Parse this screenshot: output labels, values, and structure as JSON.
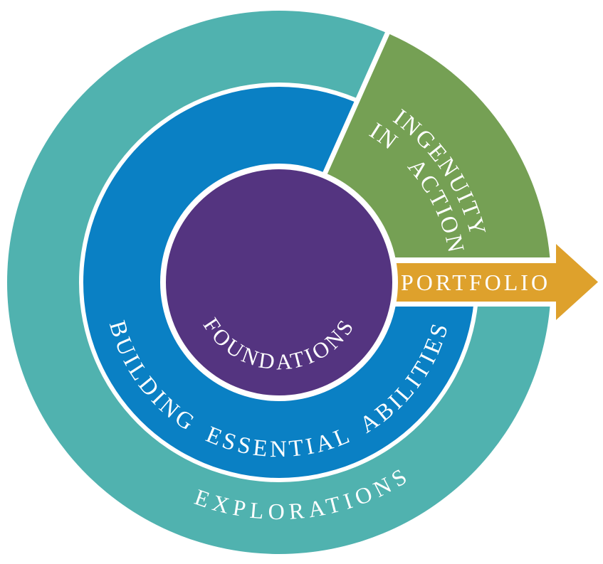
{
  "diagram": {
    "description": "Circular program model diagram",
    "colors": {
      "outer_ring": "#50B2AF",
      "middle_ring": "#0A80C4",
      "center_circle": "#543480",
      "wedge": "#75A054",
      "arrow": "#DEA12C",
      "label_text": "#FFFFFF",
      "background": "#FFFFFF"
    },
    "segments": {
      "outer_ring_label": "EXPLORATIONS",
      "middle_ring_label": "BUILDING ESSENTIAL ABILITIES",
      "center_circle_label": "FOUNDATIONS",
      "wedge_label_line1": "INGENUITY",
      "wedge_label_line2": "IN ACTION",
      "arrow_label": "PORTFOLIO"
    }
  }
}
